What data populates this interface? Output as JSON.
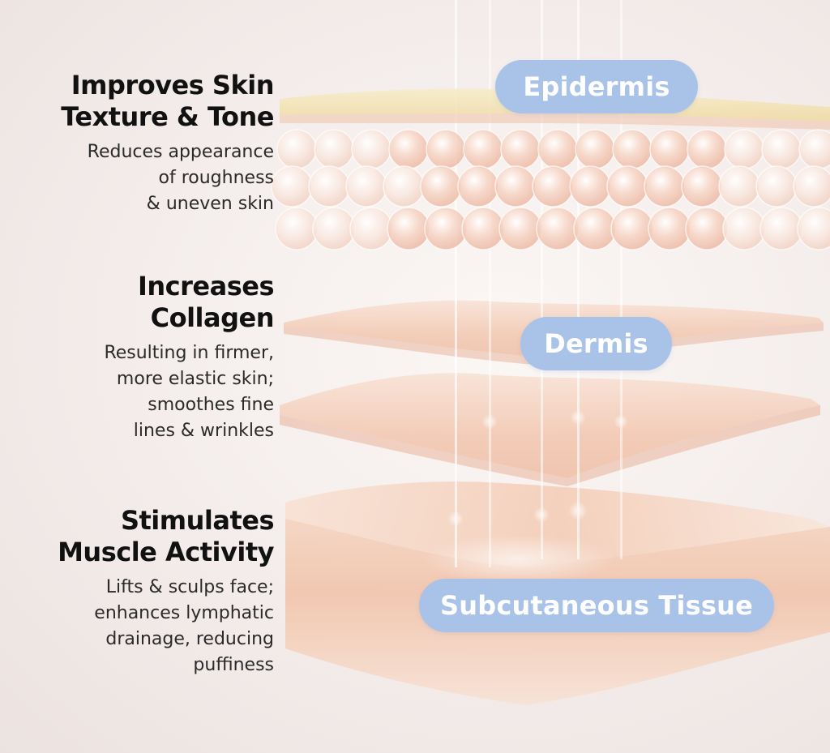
{
  "benefits": [
    {
      "title_lines": [
        "Improves Skin",
        "Texture & Tone"
      ],
      "desc_lines": [
        "Reduces appearance",
        "of roughness",
        "& uneven skin"
      ]
    },
    {
      "title_lines": [
        "Increases",
        "Collagen"
      ],
      "desc_lines": [
        "Resulting in firmer,",
        "more elastic skin;",
        "smoothes fine",
        "lines & wrinkles"
      ]
    },
    {
      "title_lines": [
        "Stimulates",
        "Muscle Activity"
      ],
      "desc_lines": [
        "Lifts & sculps face;",
        "enhances lymphatic",
        "drainage, reducing",
        "puffiness"
      ]
    }
  ],
  "layers": {
    "epidermis": "Epidermis",
    "dermis": "Dermis",
    "subcutaneous": "Subcutaneous Tissue"
  },
  "colors": {
    "pill": "#a8c2e8",
    "pill_text": "#ffffff",
    "tissue": "#f3cdb9",
    "tissue_dark": "#e9b39a",
    "epidermis_top": "#f2e3b4",
    "background": "#f6f1ef"
  }
}
